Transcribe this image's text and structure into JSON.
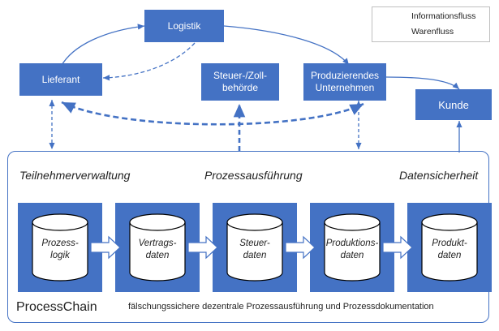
{
  "diagram": {
    "nodes": {
      "logistik": "Logistik",
      "lieferant": "Lieferant",
      "behoerde": "Steuer-/Zoll-\nbehörde",
      "unternehmen": "Produzierendes\nUnternehmen",
      "kunde": "Kunde"
    },
    "legend": {
      "info": "Informationsfluss",
      "ware": "Warenfluss"
    },
    "platform": {
      "captions": [
        "Teilnehmerverwaltung",
        "Prozessausführung",
        "Datensicherheit"
      ],
      "stores": [
        "Prozess-\nlogik",
        "Vertrags-\ndaten",
        "Steuer-\ndaten",
        "Produktions-\ndaten",
        "Produkt-\ndaten"
      ],
      "name": "ProcessChain",
      "tagline": "fälschungssichere dezentrale Prozessausführung und Prozessdokumentation"
    },
    "colors": {
      "node": "#4472c4",
      "arrow": "#4472c4",
      "cylinder_fill": "#ffffff"
    }
  }
}
